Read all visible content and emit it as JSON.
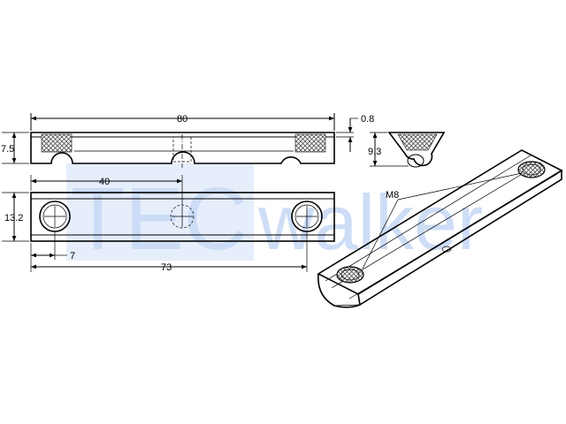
{
  "watermark": {
    "part1": "TEC",
    "part2": "walker",
    "color": "#c9d9f5"
  },
  "dimensions": {
    "overall_length": "80",
    "thickness_small": "0.8",
    "height_side": "7.5",
    "height_end": "9.3",
    "hole_spacing": "40",
    "width": "13.2",
    "edge_offset": "7",
    "hole_length": "73",
    "thread": "M8"
  }
}
